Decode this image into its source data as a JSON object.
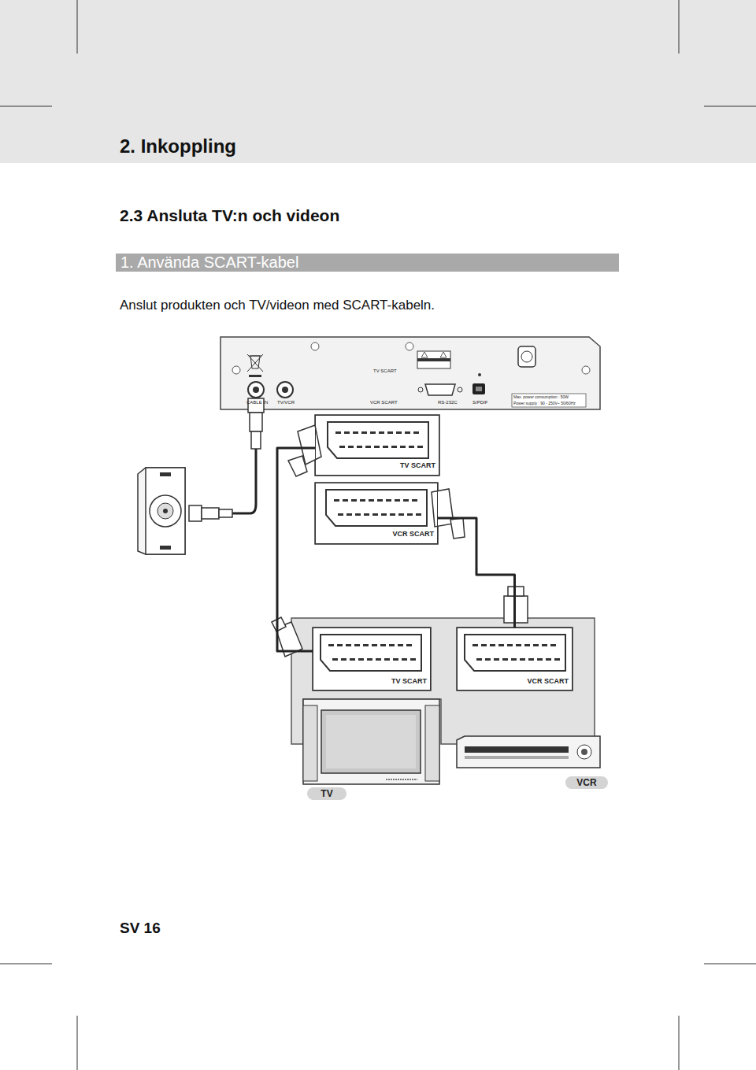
{
  "diagram": {
    "title": "2.3 Ansluta TV:n och videon",
    "nodes": [
      {
        "text": [
          "2. Inkoppling"
        ]
      },
      {
        "text": [
          "1. Använda SCART-kabel"
        ]
      },
      {
        "text": [
          "TV SCART",
          "CABLE IN",
          "TV/VCR",
          "VCR SCART",
          "RS-232C",
          "S/PDIF",
          "Max. power consumption : 50W",
          "Power supply : 90 - 250V~ 50/60Hz"
        ]
      },
      {
        "text": [
          "TV SCART"
        ]
      },
      {
        "text": [
          "VCR SCART"
        ]
      },
      {
        "text": [
          "TV SCART"
        ]
      },
      {
        "text": [
          "VCR SCART"
        ]
      },
      {
        "text": [
          "TV"
        ]
      },
      {
        "text": [
          "VCR"
        ]
      }
    ],
    "edges": [
      {
        "from": 3,
        "to": 5,
        "arrow": "none"
      },
      {
        "from": 4,
        "to": 6,
        "arrow": "none"
      }
    ],
    "labels": [
      "Anslut produkten och TV/videon med SCART-kabeln.",
      "SV 16"
    ]
  }
}
